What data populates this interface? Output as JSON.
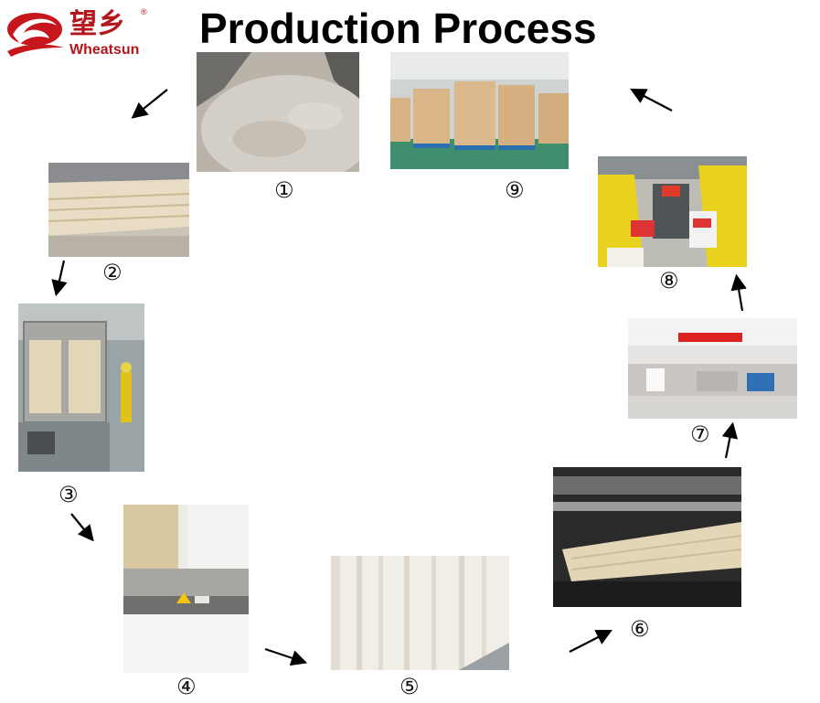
{
  "logo": {
    "chinese": "望乡",
    "english": "Wheatsun",
    "registered": "®",
    "brand_color": "#b4161b"
  },
  "title": "Production Process",
  "steps": [
    {
      "label": "①",
      "icon": "flour-photo-icon"
    },
    {
      "label": "②",
      "icon": "dough-sheets-photo-icon"
    },
    {
      "label": "③",
      "icon": "drying-room-photo-icon"
    },
    {
      "label": "④",
      "icon": "noodle-machine-photo-icon"
    },
    {
      "label": "⑤",
      "icon": "hanging-noodles-photo-icon"
    },
    {
      "label": "⑥",
      "icon": "cutting-line-photo-icon"
    },
    {
      "label": "⑦",
      "icon": "packaging-floor-photo-icon"
    },
    {
      "label": "⑧",
      "icon": "packing-workers-photo-icon"
    },
    {
      "label": "⑨",
      "icon": "warehouse-boxes-photo-icon"
    }
  ]
}
